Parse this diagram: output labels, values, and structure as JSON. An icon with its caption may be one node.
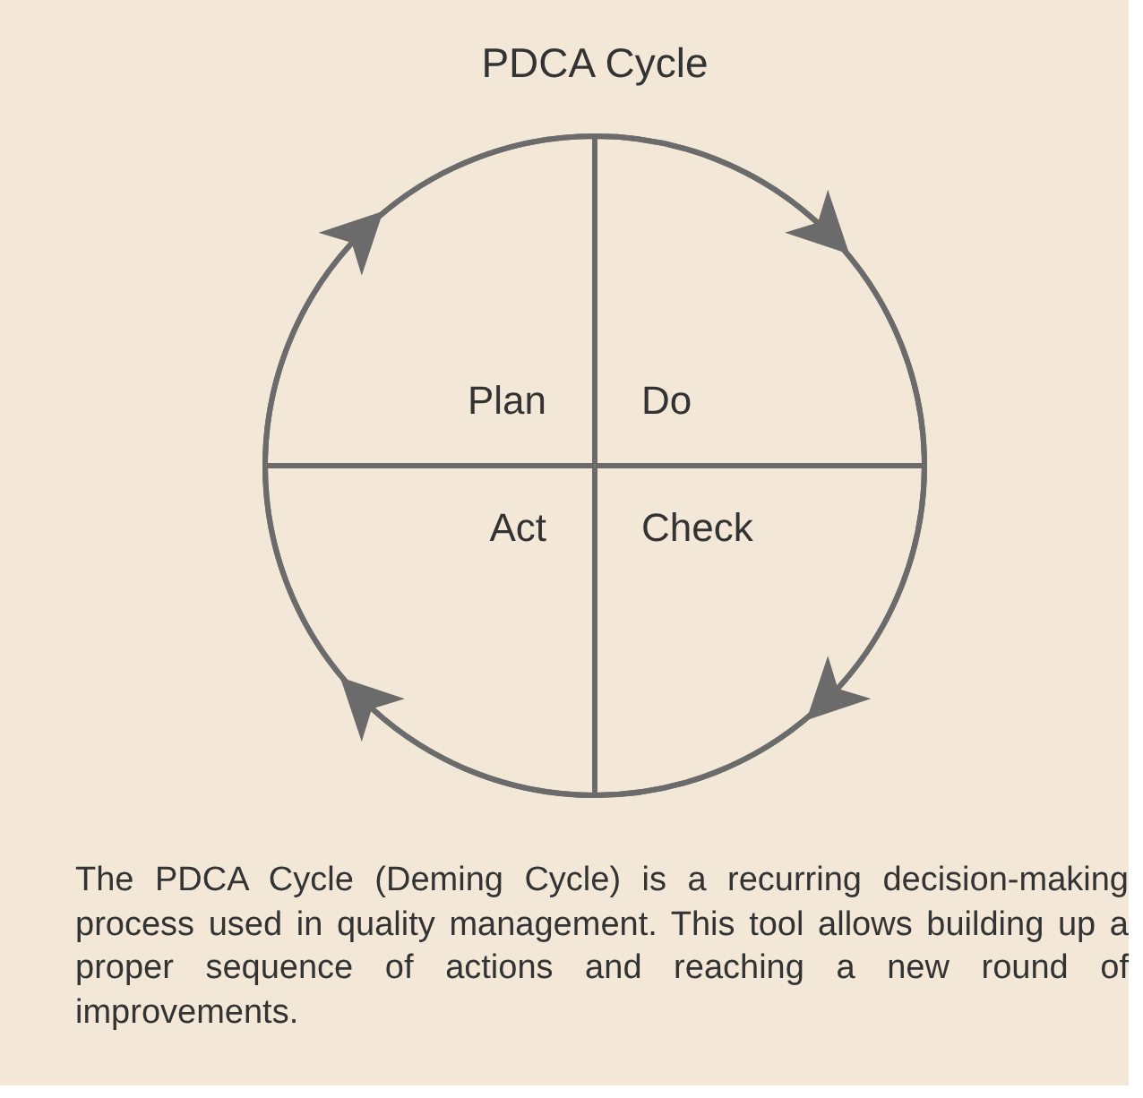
{
  "diagram": {
    "title": "PDCA Cycle",
    "nodes": [
      {
        "text": [
          "Plan"
        ]
      },
      {
        "text": [
          "Do"
        ]
      },
      {
        "text": [
          "Check"
        ]
      },
      {
        "text": [
          "Act"
        ]
      }
    ],
    "edges": [
      {
        "from": 0,
        "to": 1,
        "arrow": "to"
      },
      {
        "from": 1,
        "to": 2,
        "arrow": "to"
      },
      {
        "from": 2,
        "to": 3,
        "arrow": "to"
      },
      {
        "from": 3,
        "to": 0,
        "arrow": "to"
      }
    ],
    "caption": "The PDCA Cycle (Deming Cycle) is a recurring decision-making process used in quality management.  This tool allows building up a proper sequence of actions and reaching a new round of improvements."
  }
}
